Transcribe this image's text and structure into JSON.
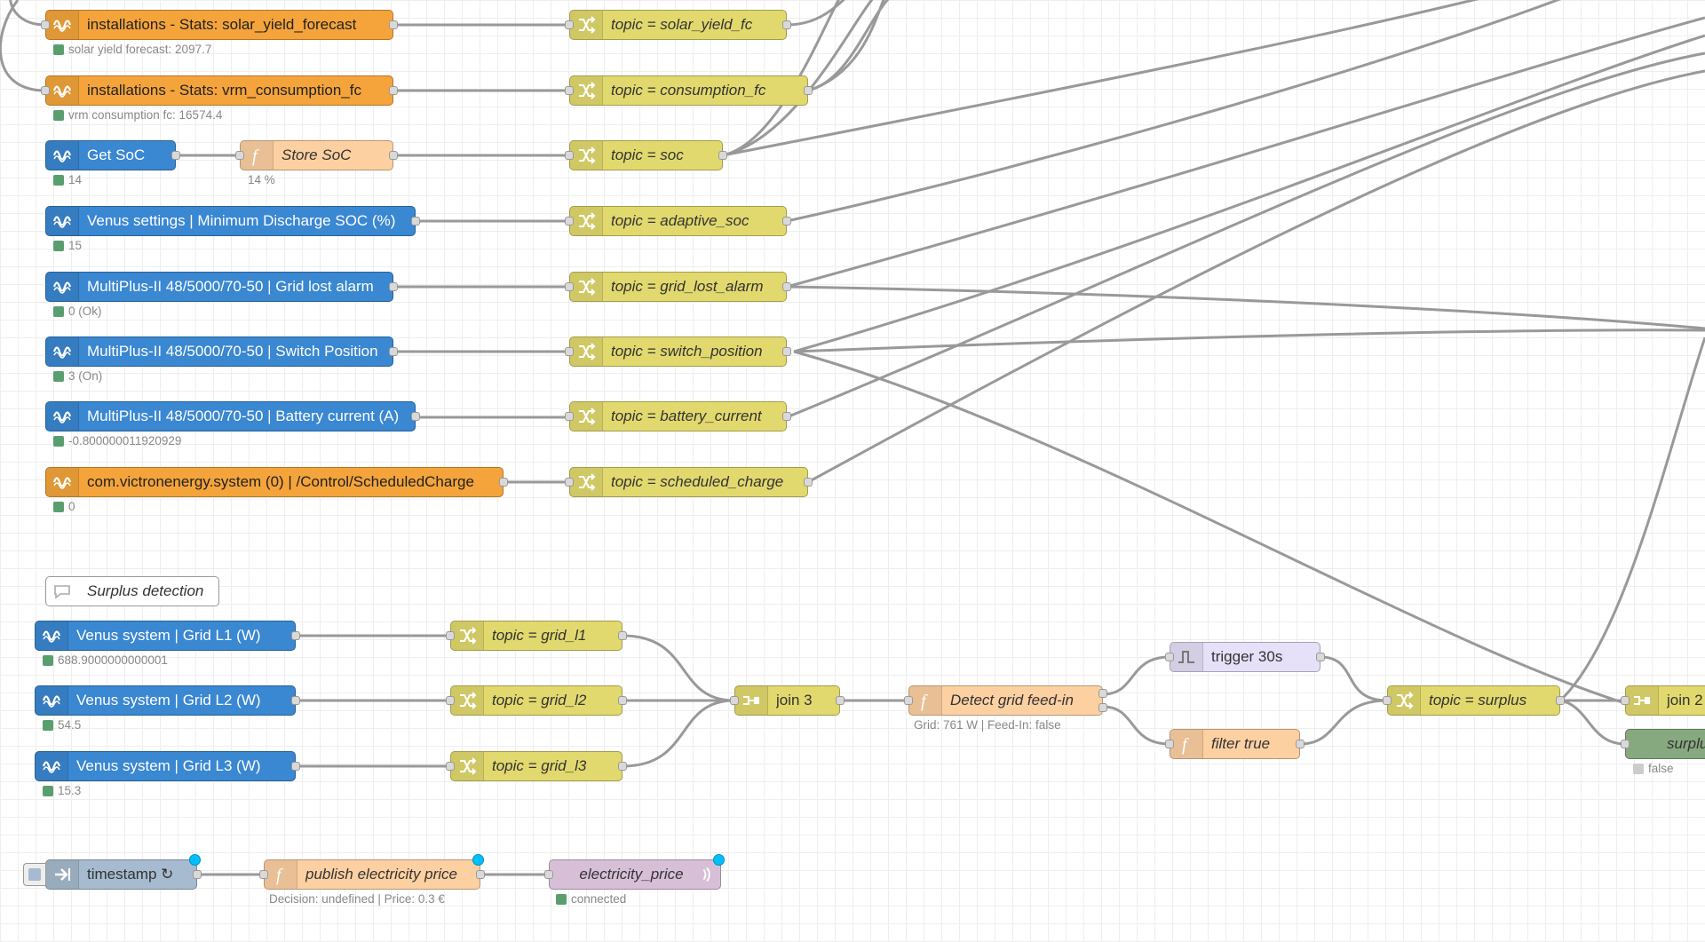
{
  "colors": {
    "victron_blue": "#3a87d2",
    "victron_orange": "#f4a43a",
    "change": "#e2d96e",
    "function": "#fdd0a2",
    "join": "#e2d96e",
    "trigger": "#e6e0f8",
    "inject": "#a6bbcf",
    "mqtt": "#d8bfd8",
    "debug": "#87a980",
    "wire": "#999999",
    "status_green": "#5a9e6f"
  },
  "nodes": {
    "solar_yield": {
      "label": "installations - Stats: solar_yield_forecast",
      "status": "solar yield forecast: 2097.7",
      "icon": "victron-icon"
    },
    "vrm_consumption": {
      "label": "installations - Stats: vrm_consumption_fc",
      "status": "vrm consumption fc: 16574.4",
      "icon": "victron-icon"
    },
    "get_soc": {
      "label": "Get SoC",
      "status": "14",
      "icon": "victron-icon"
    },
    "store_soc": {
      "label": "Store SoC",
      "status": "14 %",
      "icon": "function-icon"
    },
    "venus_min_discharge": {
      "label": "Venus settings | Minimum Discharge SOC (%)",
      "status": "15",
      "icon": "victron-icon"
    },
    "grid_lost": {
      "label": "MultiPlus-II 48/5000/70-50 | Grid lost alarm",
      "status": "0 (Ok)",
      "icon": "victron-icon"
    },
    "switch_pos": {
      "label": "MultiPlus-II 48/5000/70-50 | Switch Position",
      "status": "3 (On)",
      "icon": "victron-icon"
    },
    "battery_current": {
      "label": "MultiPlus-II 48/5000/70-50 | Battery current (A)",
      "status": "-0.800000011920929",
      "icon": "victron-icon"
    },
    "scheduled_charge": {
      "label": "com.victronenergy.system (0) | /Control/ScheduledCharge",
      "status": "0",
      "icon": "victron-icon"
    },
    "ch_solar": {
      "label": "topic = solar_yield_fc",
      "icon": "shuffle-icon"
    },
    "ch_consumption": {
      "label": "topic = consumption_fc",
      "icon": "shuffle-icon"
    },
    "ch_soc": {
      "label": "topic = soc",
      "icon": "shuffle-icon"
    },
    "ch_adaptive": {
      "label": "topic = adaptive_soc",
      "icon": "shuffle-icon"
    },
    "ch_grid_lost": {
      "label": "topic = grid_lost_alarm",
      "icon": "shuffle-icon"
    },
    "ch_switch": {
      "label": "topic = switch_position",
      "icon": "shuffle-icon"
    },
    "ch_battery": {
      "label": "topic = battery_current",
      "icon": "shuffle-icon"
    },
    "ch_scheduled": {
      "label": "topic = scheduled_charge",
      "icon": "shuffle-icon"
    },
    "comment_surplus": {
      "label": "Surplus detection",
      "icon": "comment-icon"
    },
    "grid_l1": {
      "label": "Venus system | Grid L1 (W)",
      "status": "688.9000000000001",
      "icon": "victron-icon"
    },
    "grid_l2": {
      "label": "Venus system | Grid L2 (W)",
      "status": "54.5",
      "icon": "victron-icon"
    },
    "grid_l3": {
      "label": "Venus system | Grid L3 (W)",
      "status": "15.3",
      "icon": "victron-icon"
    },
    "ch_l1": {
      "label": "topic = grid_l1",
      "icon": "shuffle-icon"
    },
    "ch_l2": {
      "label": "topic = grid_l2",
      "icon": "shuffle-icon"
    },
    "ch_l3": {
      "label": "topic = grid_l3",
      "icon": "shuffle-icon"
    },
    "join3": {
      "label": "join 3",
      "icon": "join-icon"
    },
    "detect_feedin": {
      "label": "Detect grid feed-in",
      "status": "Grid: 761 W | Feed-In: false",
      "icon": "function-icon"
    },
    "trigger30": {
      "label": "trigger 30s",
      "icon": "trigger-icon"
    },
    "filter_true": {
      "label": "filter true",
      "icon": "function-icon"
    },
    "ch_surplus": {
      "label": "topic = surplus",
      "icon": "shuffle-icon"
    },
    "join2": {
      "label": "join 2",
      "icon": "join-icon"
    },
    "surplus_out": {
      "label": "surplu",
      "status": "false",
      "icon": "victron-icon"
    },
    "timestamp": {
      "label": "timestamp ↻",
      "icon": "inject-arrow-icon"
    },
    "publish_price": {
      "label": "publish electricity price",
      "status": "Decision: undefined | Price: 0.3 €",
      "icon": "function-icon"
    },
    "mqtt_price": {
      "label": "electricity_price",
      "status": "connected",
      "icon": "mqtt-wave-icon"
    }
  }
}
